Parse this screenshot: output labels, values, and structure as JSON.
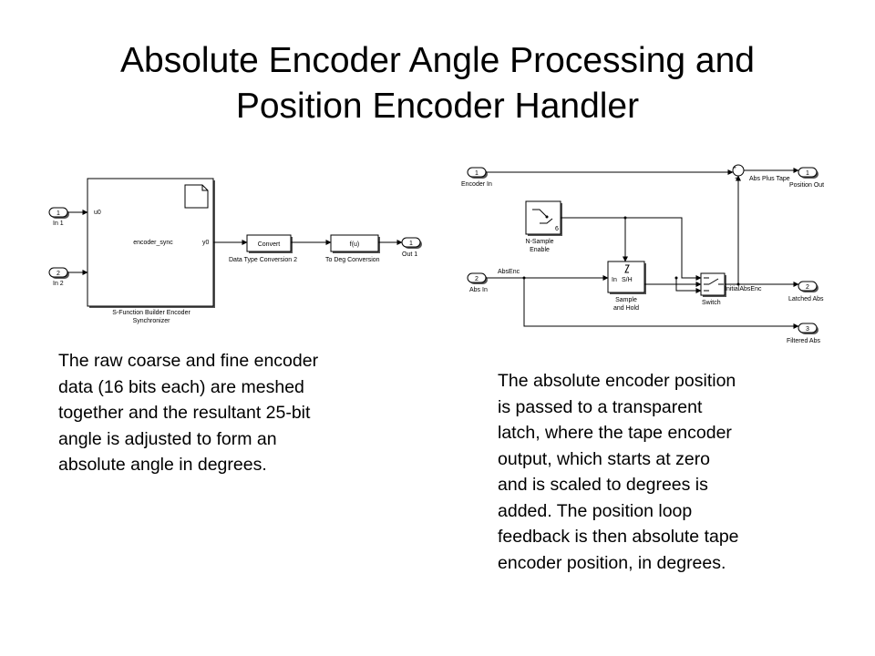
{
  "title": {
    "line1": "Absolute Encoder Angle Processing and",
    "line2": "Position Encoder Handler"
  },
  "left_diagram": {
    "inport1_num": "1",
    "inport1_label": "In 1",
    "inport2_num": "2",
    "inport2_label": "In 2",
    "sfun_in_port": "u0",
    "sfun_name": "encoder_sync",
    "sfun_out_port": "y0",
    "sfun_caption_line1": "S-Function Builder Encoder",
    "sfun_caption_line2": "Synchronizer",
    "convert_text": "Convert",
    "convert_caption": "Data Type Conversion  2",
    "fcn_text": "f(u)",
    "fcn_caption": "To Deg Conversion",
    "outport_num": "1",
    "outport_label": "Out 1"
  },
  "left_paragraph": [
    "The raw coarse and fine encoder",
    "data (16 bits each) are meshed",
    "together and the resultant 25-bit",
    "angle is adjusted to form an",
    "absolute angle in degrees."
  ],
  "right_diagram": {
    "inport1_num": "1",
    "inport1_label": "Encoder In",
    "inport2_num": "2",
    "inport2_label": "Abs In",
    "absenc_signal": "AbsEnc",
    "nsample_caption_line1": "N-Sample",
    "nsample_caption_line2": "Enable",
    "nsample_value": "6",
    "sh_text": "S/H",
    "sh_in": "In",
    "sh_caption_line1": "Sample",
    "sh_caption_line2": "and Hold",
    "switch_caption": "Switch",
    "initial_signal": "InitialAbsEnc",
    "sum_signal": "Abs Plus Tape",
    "out1_num": "1",
    "out1_label": "Position Out",
    "out2_num": "2",
    "out2_label": "Latched Abs",
    "out3_num": "3",
    "out3_label": "Filtered Abs"
  },
  "right_paragraph": [
    "The absolute encoder position",
    "is passed to a transparent",
    "latch, where the tape encoder",
    "output, which starts at zero",
    "and is scaled to degrees is",
    "added. The position loop",
    "feedback is then absolute tape",
    "encoder position, in degrees."
  ]
}
